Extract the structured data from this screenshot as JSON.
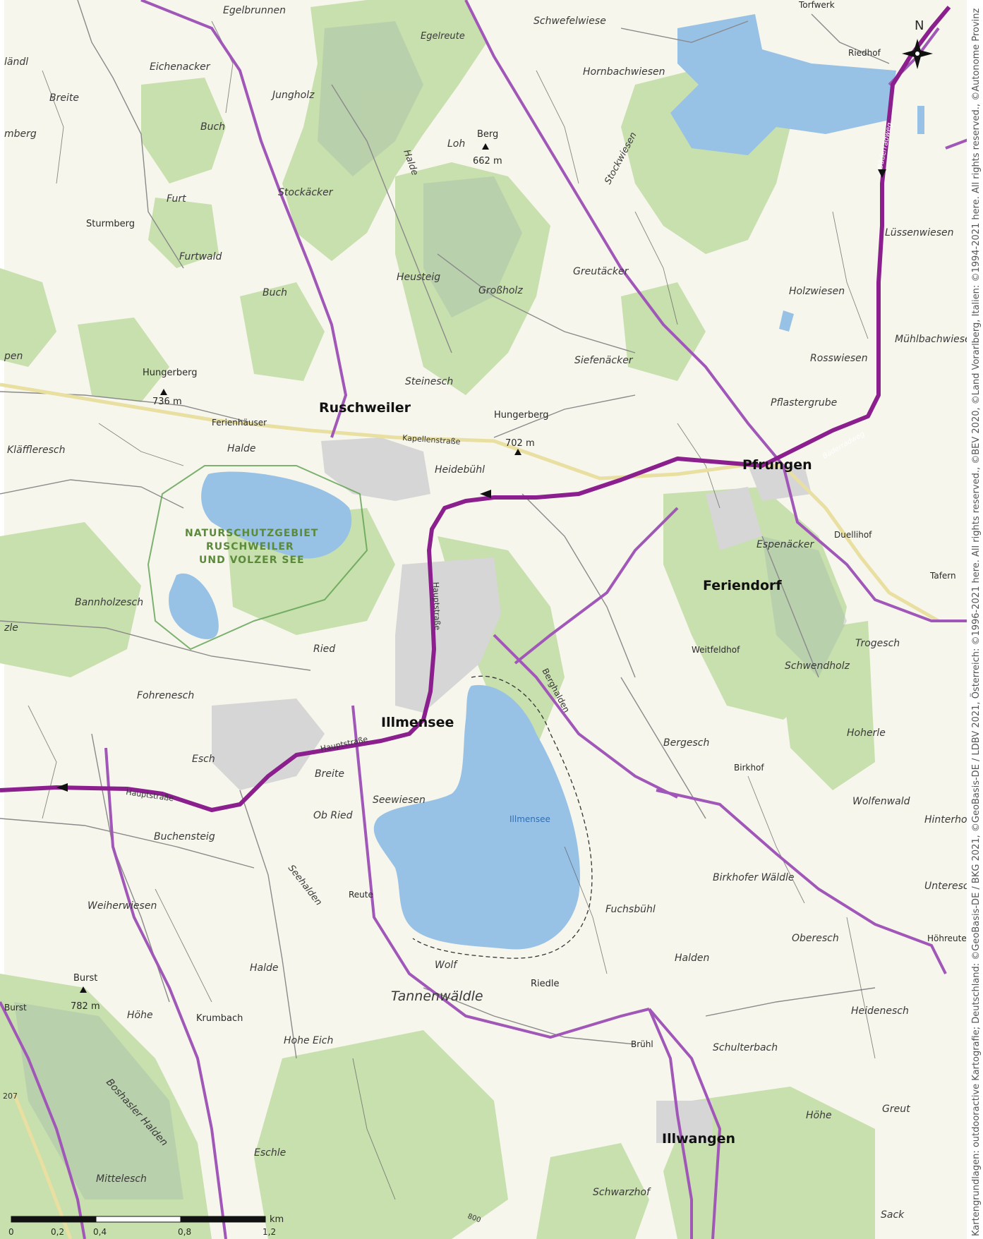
{
  "map": {
    "compass": {
      "north_label": "N",
      "icon": "compass-rose-icon"
    },
    "attribution": "Kartengrundlagen: outdooractive Kartografie; Deutschland: ©GeoBasis-DE / BKG 2021, ©GeoBasis-DE / LDBV 2021, Österreich: ©1996-2021 here. All rights reserved., ©BEV 2020, ©Land Vorarlberg, Italien: ©1994-2021 here. All rights reserved., ©Autonome Provinz",
    "scale": {
      "unit": "km",
      "ticks": [
        "0",
        "0,2",
        "0,4",
        "0,8",
        "1,2"
      ]
    },
    "places": {
      "ruschweiler": "Ruschweiler",
      "illmensee": "Illmensee",
      "pfrungen": "Pfrungen",
      "feriendorf": "Feriendorf",
      "illwangen": "Illwangen"
    },
    "nature_reserve": [
      "NATURSCHUTZGEBIET",
      "RUSCHWEILER",
      "UND VOLZER SEE"
    ],
    "lake_illmensee": "Illmensee",
    "peaks": [
      {
        "name": "Berg",
        "elevation": "662 m"
      },
      {
        "name": "Hungerberg",
        "elevation": "736 m"
      },
      {
        "name": "Hungerberg",
        "elevation": "702 m"
      },
      {
        "name": "Burst",
        "elevation": "782 m"
      }
    ],
    "roads": {
      "kapellenstrasse": "Kapellenstraße",
      "hauptstrasse_north": "Hauptstraße",
      "hauptstrasse_mid": "Hauptstraße",
      "hauptstrasse_west": "Hauptstraße",
      "badenradweg_1": "Bäderradweg",
      "badenradweg_2": "Bäderradweg",
      "bergcutoff": "Berghalden",
      "l207": "207",
      "contour": "800"
    },
    "localities": [
      "Egelbrunnen",
      "Egelreute",
      "Schwefelwiese",
      "Torfwerk",
      "Riedhof",
      "ländl",
      "Eichenacker",
      "Jungholz",
      "Hornbachwiesen",
      "Breite",
      "Buch",
      "Loh",
      "mberg",
      "Halde",
      "Stockwiesen",
      "Stockäcker",
      "Furt",
      "Sturmberg",
      "Lüssenwiesen",
      "Furtwald",
      "Heusteig",
      "Großholz",
      "Greutäcker",
      "Buch",
      "Holzwiesen",
      "Mühlbachwiesen",
      "pen",
      "Steinesch",
      "Siefenäcker",
      "Rosswiesen",
      "Pflastergrube",
      "Ferienhäuser",
      "Kläffleresch",
      "Halde",
      "Heidebühl",
      "Espenäcker",
      "Duellihof",
      "Tafern",
      "Bannholzesch",
      "zle",
      "Ried",
      "Weitfeldhof",
      "Trogesch",
      "Schwendholz",
      "Fohrenesch",
      "Bergesch",
      "Hoherle",
      "Esch",
      "Breite",
      "Birkhof",
      "Wolfenwald",
      "Seewiesen",
      "Ob Ried",
      "Buchensteig",
      "Hinterho",
      "Birkhofer Wäldle",
      "Seehalden",
      "Reute",
      "Fuchsbühl",
      "Unteresc",
      "Weiherwiesen",
      "Oberesch",
      "Höhreute",
      "Halde",
      "Wolf",
      "Halden",
      "Riedle",
      "Tannenwäldle",
      "Heidenesch",
      "Burst",
      "Höhe",
      "Krumbach",
      "Hohe Eich",
      "Brühl",
      "Schulterbach",
      "Boshasler Halden",
      "Höhe",
      "Greut",
      "Eschle",
      "Mittelesch",
      "Schwarzhof",
      "Sack"
    ]
  }
}
